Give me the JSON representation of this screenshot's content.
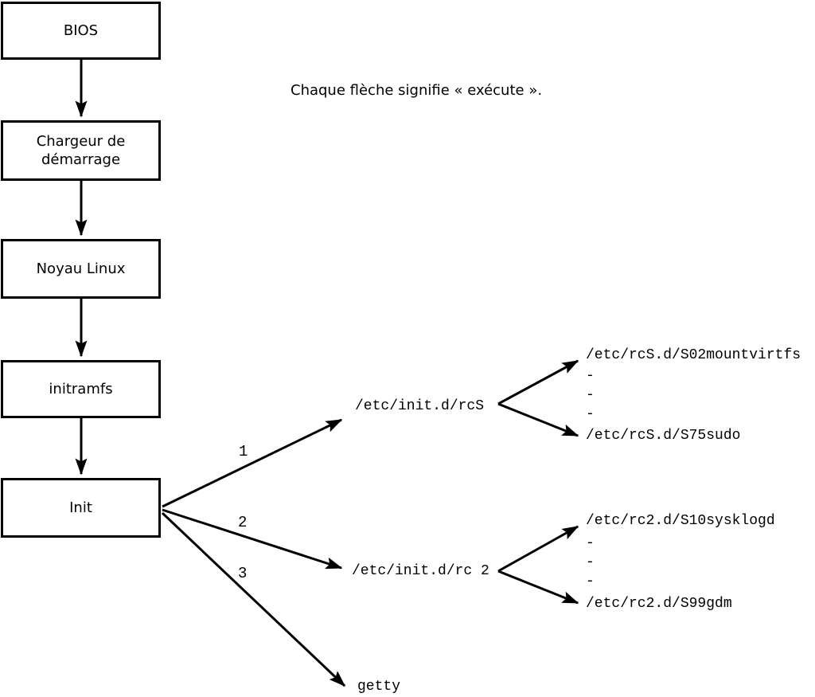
{
  "caption": "Chaque flèche signifie « exécute ».",
  "colors": {
    "stroke": "#000000",
    "background": "#ffffff"
  },
  "boot_chain": [
    {
      "label": "BIOS"
    },
    {
      "label": "Chargeur de démarrage"
    },
    {
      "label": "Noyau Linux"
    },
    {
      "label": "initramfs"
    },
    {
      "label": "Init"
    }
  ],
  "init_branches": [
    {
      "number": "1",
      "target": "/etc/init.d/rcS"
    },
    {
      "number": "2",
      "target": "/etc/init.d/rc 2"
    },
    {
      "number": "3",
      "target": "getty"
    }
  ],
  "rcS_dir": {
    "first": "/etc/rcS.d/S02mountvirtfs",
    "dots": [
      "-",
      "-",
      "-"
    ],
    "last": "/etc/rcS.d/S75sudo"
  },
  "rc2_dir": {
    "first": "/etc/rc2.d/S10sysklogd",
    "dots": [
      "-",
      "-",
      "-"
    ],
    "last": "/etc/rc2.d/S99gdm"
  }
}
